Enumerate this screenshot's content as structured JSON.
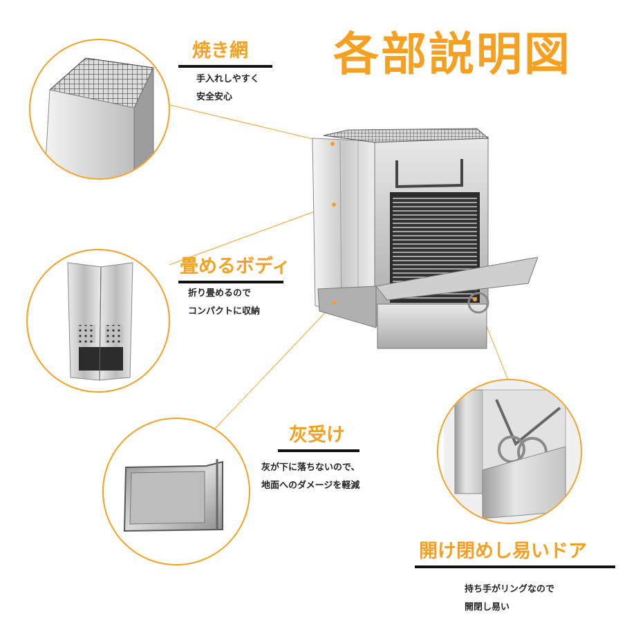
{
  "title": "各部説明図",
  "accent_color": "#f5a021",
  "callouts": [
    {
      "id": "grill",
      "title": "焼き網",
      "desc": [
        "手入れしやすく",
        "安全安心"
      ]
    },
    {
      "id": "body",
      "title": "畳めるボディ",
      "desc": [
        "折り畳めるので",
        "コンパクトに収納"
      ]
    },
    {
      "id": "ash-tray",
      "title": "灰受け",
      "desc": [
        "灰が下に落ちないので、",
        "地面へのダメージを軽減"
      ]
    },
    {
      "id": "door",
      "title": "開け閉めし易いドア",
      "desc": [
        "持ち手がリングなので",
        "開閉し易い"
      ]
    }
  ],
  "images": {
    "main": "stainless-stove-main-photo",
    "grill": "grill-net-closeup-photo",
    "body": "folding-body-photo",
    "ash_tray": "ash-tray-photo",
    "door": "door-ring-handle-photo"
  }
}
